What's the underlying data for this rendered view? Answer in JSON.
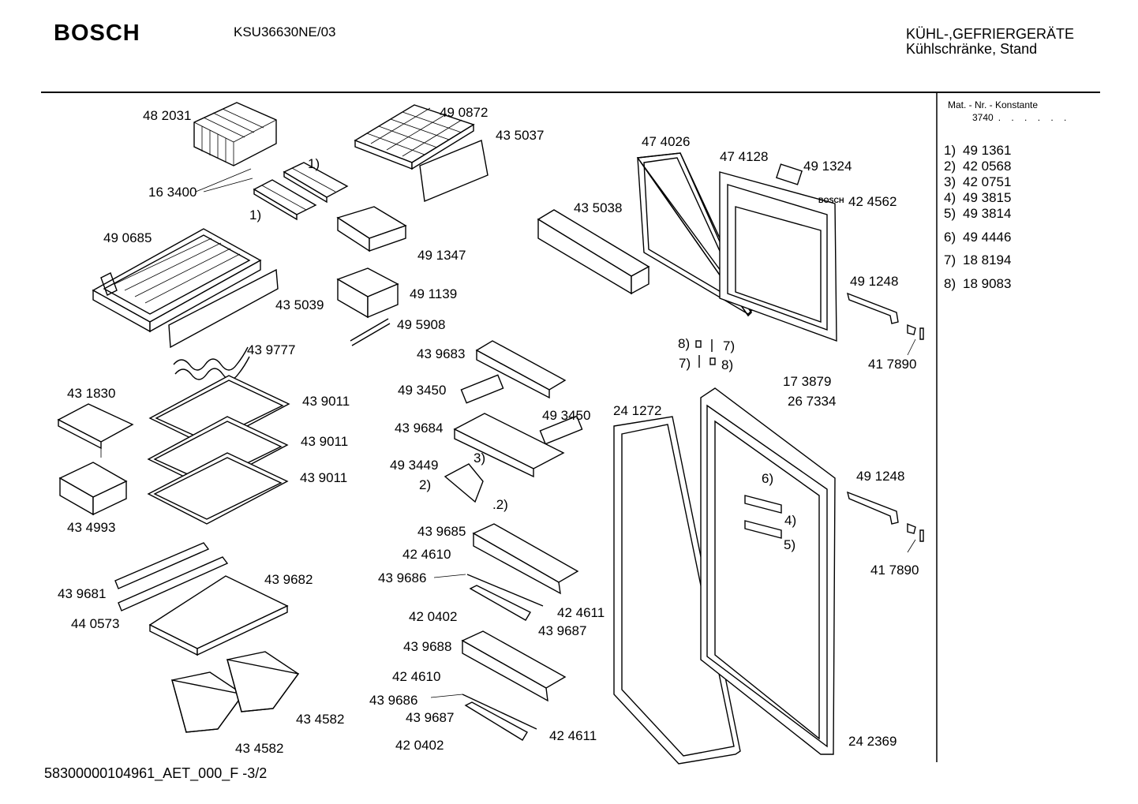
{
  "header": {
    "brand": "BOSCH",
    "model": "KSU36630NE/03",
    "category_line1": "KÜHL-,GEFRIERGERÄTE",
    "category_line2": "Kühlschränke, Stand"
  },
  "footer": {
    "doc_id": "58300000104961_AET_000_F  -3/2"
  },
  "sidebar": {
    "heading": "Mat. - Nr. - Konstante",
    "konstante": "3740",
    "konstante_dots": ". . . . . .",
    "items": [
      {
        "idx": "1)",
        "part": "49 1361"
      },
      {
        "idx": "2)",
        "part": "42 0568"
      },
      {
        "idx": "3)",
        "part": "42 0751"
      },
      {
        "idx": "4)",
        "part": "49 3815"
      },
      {
        "idx": "5)",
        "part": "49 3814"
      },
      {
        "idx": "6)",
        "part": "49 4446"
      },
      {
        "idx": "7)",
        "part": "18 8194"
      },
      {
        "idx": "8)",
        "part": "18 9083"
      }
    ]
  },
  "door_brand": "BOSCH",
  "labels": {
    "p482031": "48 2031",
    "p490872": "49 0872",
    "p435037": "43 5037",
    "p474026": "47 4026",
    "p474128": "47 4128",
    "p491324": "49 1324",
    "p424562": "42 4562",
    "p163400": "16 3400",
    "ref1a": "1)",
    "ref1b": "1)",
    "p490685": "49 0685",
    "p435038": "43 5038",
    "p491347": "49 1347",
    "p435039": "43 5039",
    "p491139": "49 1139",
    "p491248a": "49 1248",
    "p495908": "49 5908",
    "p439777": "43 9777",
    "p439683": "43 9683",
    "ref8a": "8)",
    "ref7a": "7)",
    "ref7b": "7)",
    "ref8b": "8)",
    "p417890a": "41 7890",
    "p431830": "43 1830",
    "p493450a": "49 3450",
    "p173879": "17 3879",
    "p439011a": "43 9011",
    "p267334": "26 7334",
    "p241272": "24 1272",
    "p439684": "43 9684",
    "p493450b": "49 3450",
    "p439011b": "43 9011",
    "p493449": "49 3449",
    "ref3": "3)",
    "p439011c": "43 9011",
    "ref2a": "2)",
    "ref6": "6)",
    "p491248b": "49 1248",
    "ref2b": ".2)",
    "p434993": "43 4993",
    "ref4": "4)",
    "p439685": "43 9685",
    "ref5": "5)",
    "p424610a": "42 4610",
    "p417890b": "41 7890",
    "p439682": "43 9682",
    "p439686a": "43 9686",
    "p439681": "43 9681",
    "p420402a": "42 0402",
    "p424611a": "42 4611",
    "p440573": "44 0573",
    "p439687a": "43 9687",
    "p439688": "43 9688",
    "p424610b": "42 4610",
    "p439686b": "43 9686",
    "p434582a": "43 4582",
    "p439687b": "43 9687",
    "p242369": "24 2369",
    "p420402b": "42 0402",
    "p424611b": "42 4611",
    "p434582b": "43 4582"
  }
}
